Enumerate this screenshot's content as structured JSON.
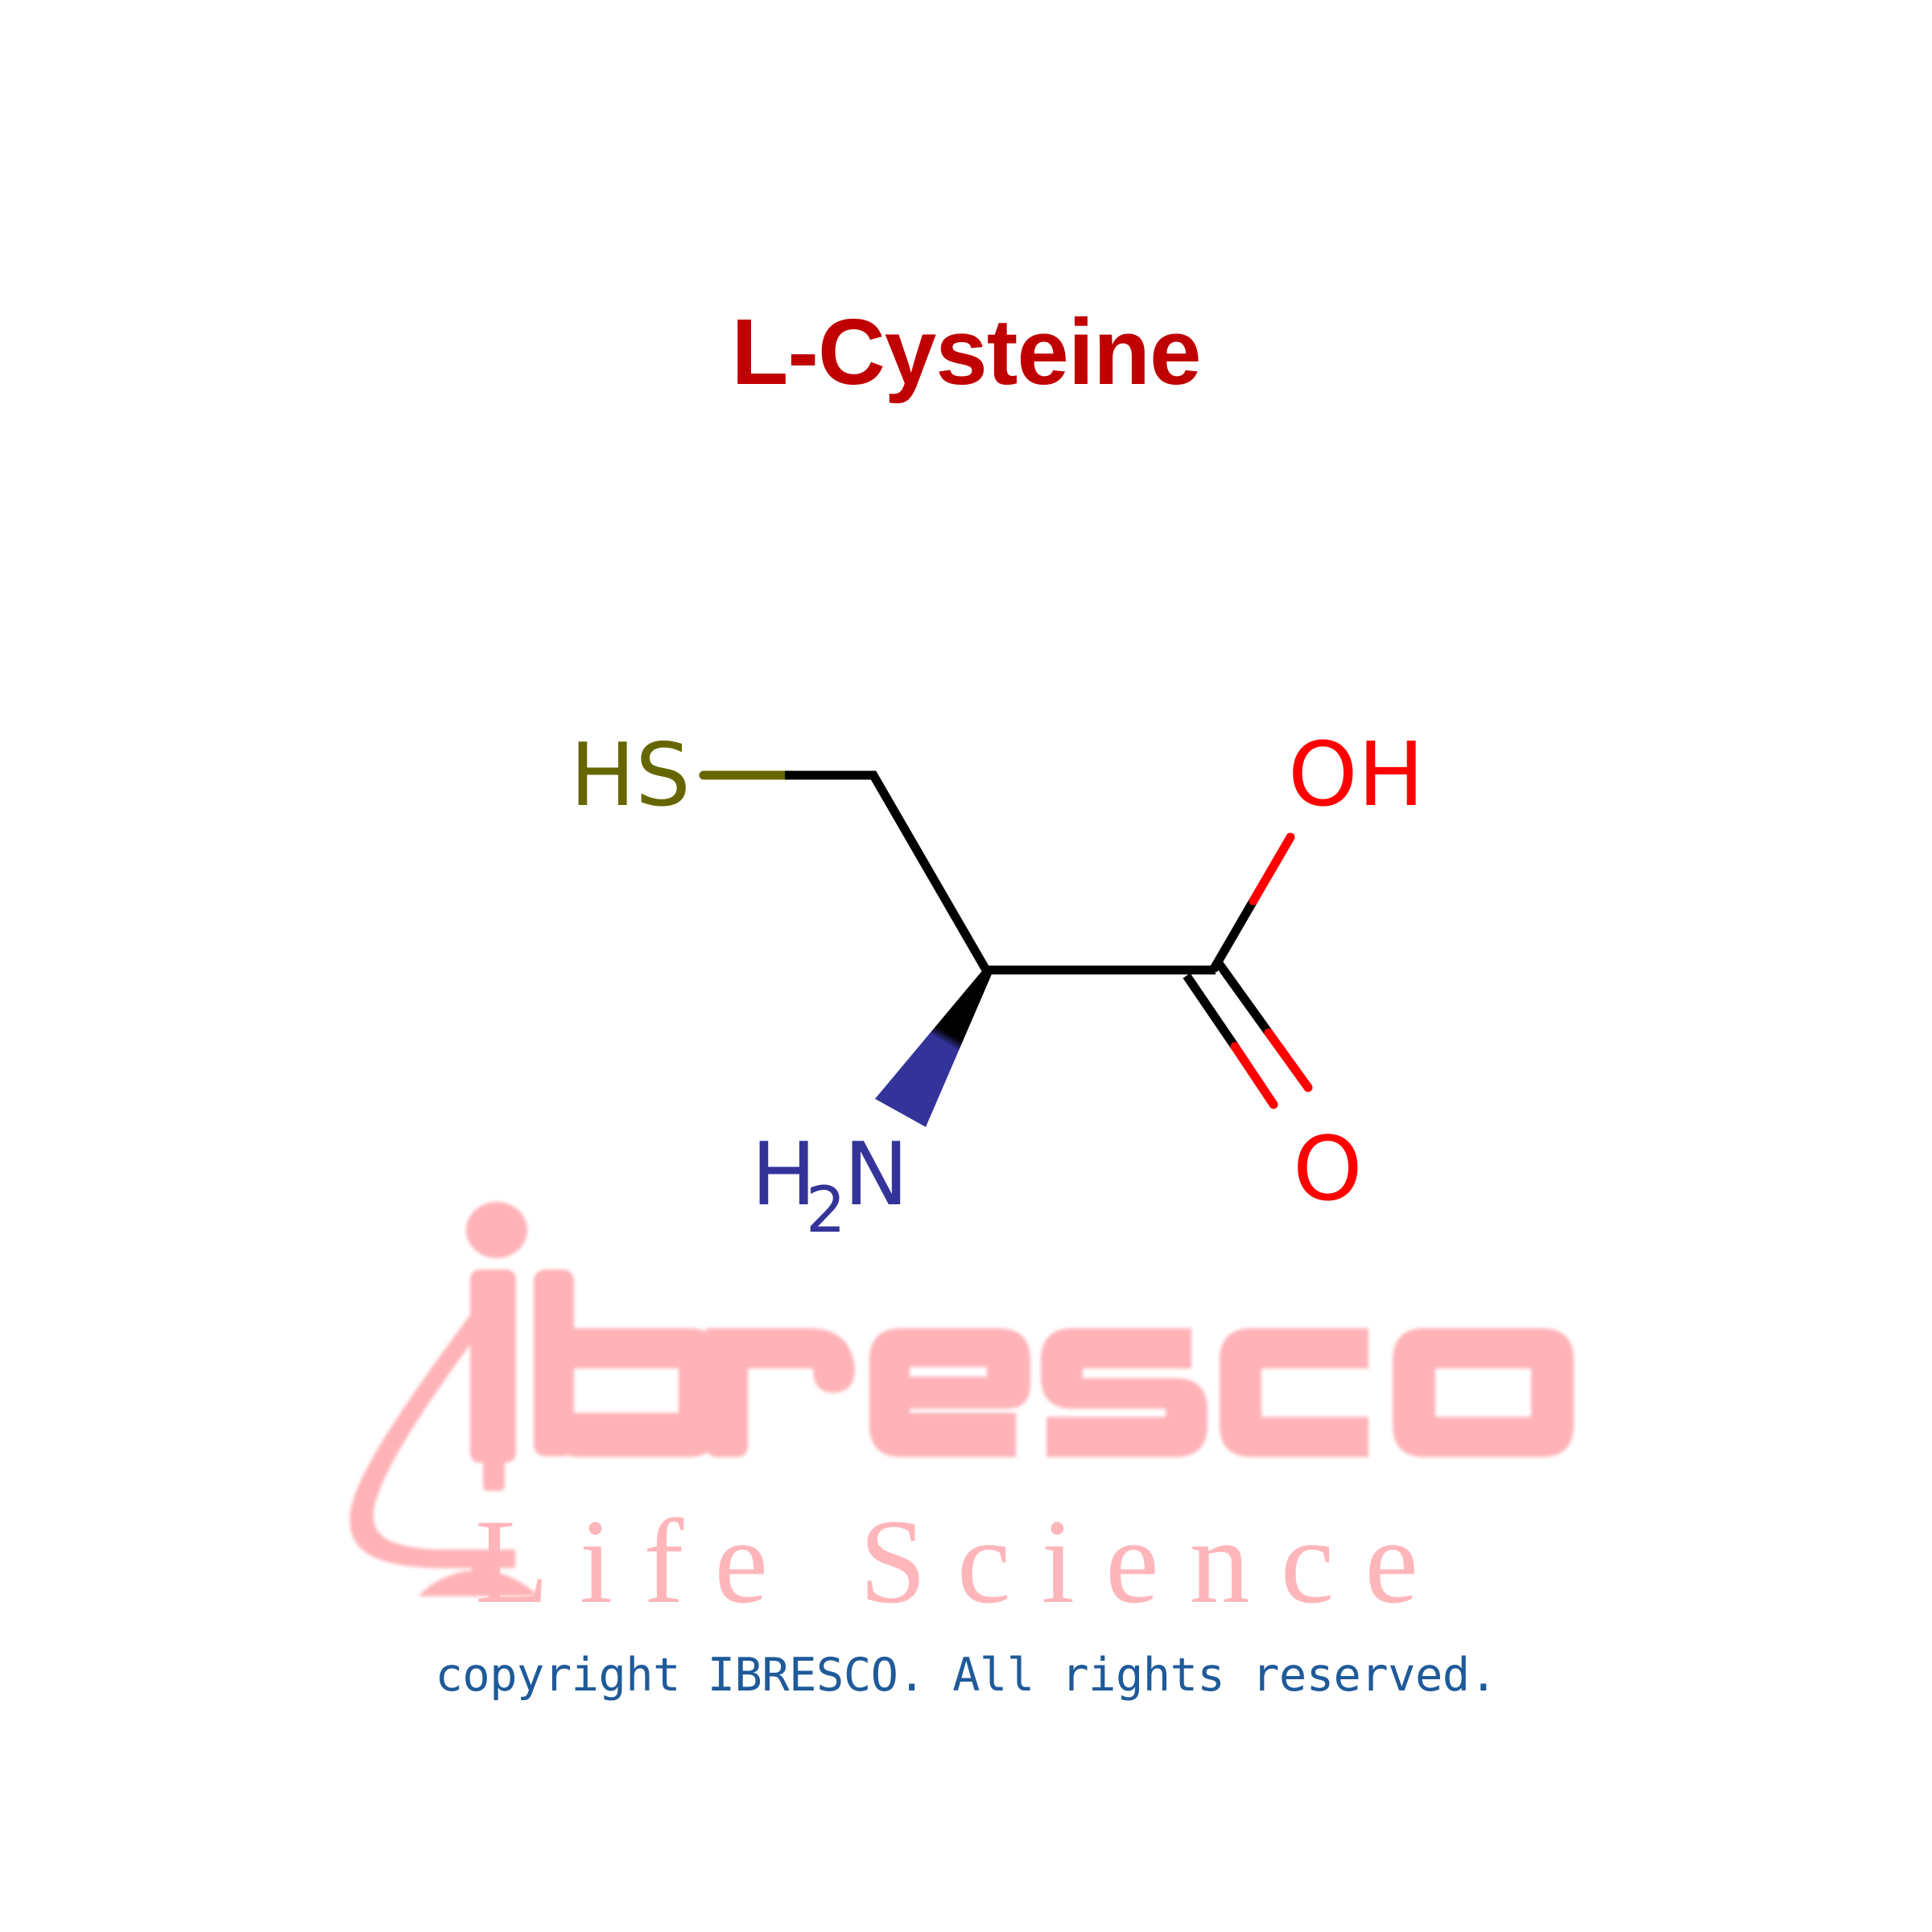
{
  "title": "L-Cysteine",
  "molecule": {
    "name": "L-Cysteine",
    "atoms": {
      "thiol_label": "HS",
      "hydroxyl_label": "OH",
      "carbonyl_label": "O",
      "amine_h": "H",
      "amine_sub": "2",
      "amine_n": "N"
    },
    "colors": {
      "sulfur": "#666600",
      "oxygen": "#FF0000",
      "nitrogen": "#333399",
      "carbon_bond": "#000000"
    },
    "bonds": [
      {
        "from": "S",
        "to": "CB",
        "type": "single"
      },
      {
        "from": "CB",
        "to": "CA",
        "type": "single"
      },
      {
        "from": "CA",
        "to": "C",
        "type": "single"
      },
      {
        "from": "C",
        "to": "OH",
        "type": "single"
      },
      {
        "from": "C",
        "to": "O",
        "type": "double"
      },
      {
        "from": "CA",
        "to": "N",
        "type": "wedge"
      }
    ]
  },
  "watermark": {
    "brand": "ibresco",
    "tagline": "Life Science",
    "color": "#FFB3B8"
  },
  "footer": {
    "copyright": "copyright IBRESCO. All rights reserved."
  },
  "colors": {
    "title": "#C00000",
    "copyright": "#1F5A99",
    "background": "#FFFFFF"
  }
}
